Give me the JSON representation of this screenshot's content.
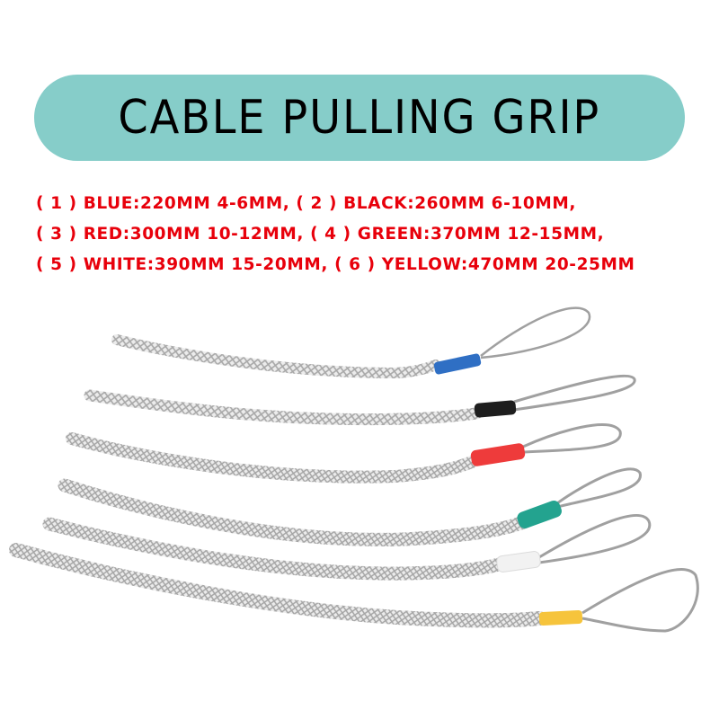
{
  "header": {
    "title": "CABLE PULLING GRIP",
    "pill_color": "#86cdc9",
    "title_color": "#000000"
  },
  "specs": {
    "text_color": "#e8000b",
    "lines": [
      "( 1 ) BLUE:220MM 4-6MM, ( 2 ) BLACK:260MM 6-10MM,",
      "( 3 ) RED:300MM 10-12MM, ( 4 ) GREEN:370MM 12-15MM,",
      "( 5 ) WHITE:390MM 15-20MM, ( 6 ) YELLOW:470MM 20-25MM"
    ],
    "items": [
      {
        "index": 1,
        "color_name": "BLUE",
        "length": "220MM",
        "range": "4-6MM",
        "sleeve_hex": "#2f6fc4"
      },
      {
        "index": 2,
        "color_name": "BLACK",
        "length": "260MM",
        "range": "6-10MM",
        "sleeve_hex": "#1e1e1e"
      },
      {
        "index": 3,
        "color_name": "RED",
        "length": "300MM",
        "range": "10-12MM",
        "sleeve_hex": "#ee3b3b"
      },
      {
        "index": 4,
        "color_name": "GREEN",
        "length": "370MM",
        "range": "12-15MM",
        "sleeve_hex": "#23a38f"
      },
      {
        "index": 5,
        "color_name": "WHITE",
        "length": "390MM",
        "range": "15-20MM",
        "sleeve_hex": "#f2f2f2"
      },
      {
        "index": 6,
        "color_name": "YELLOW",
        "length": "470MM",
        "range": "20-25MM",
        "sleeve_hex": "#f6c43c"
      }
    ]
  },
  "illustration": {
    "mesh_color": "#a9a9a9",
    "wire_color": "#9a9a9a"
  }
}
